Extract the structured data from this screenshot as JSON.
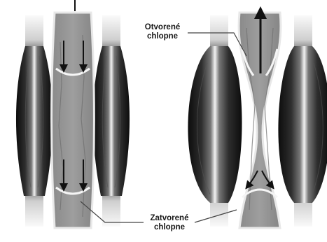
{
  "labels": {
    "open_valves_line1": "Otvorené",
    "open_valves_line2": "chlopne",
    "closed_valves_line1": "Zatvorené",
    "closed_valves_line2": "chlopne"
  }
}
